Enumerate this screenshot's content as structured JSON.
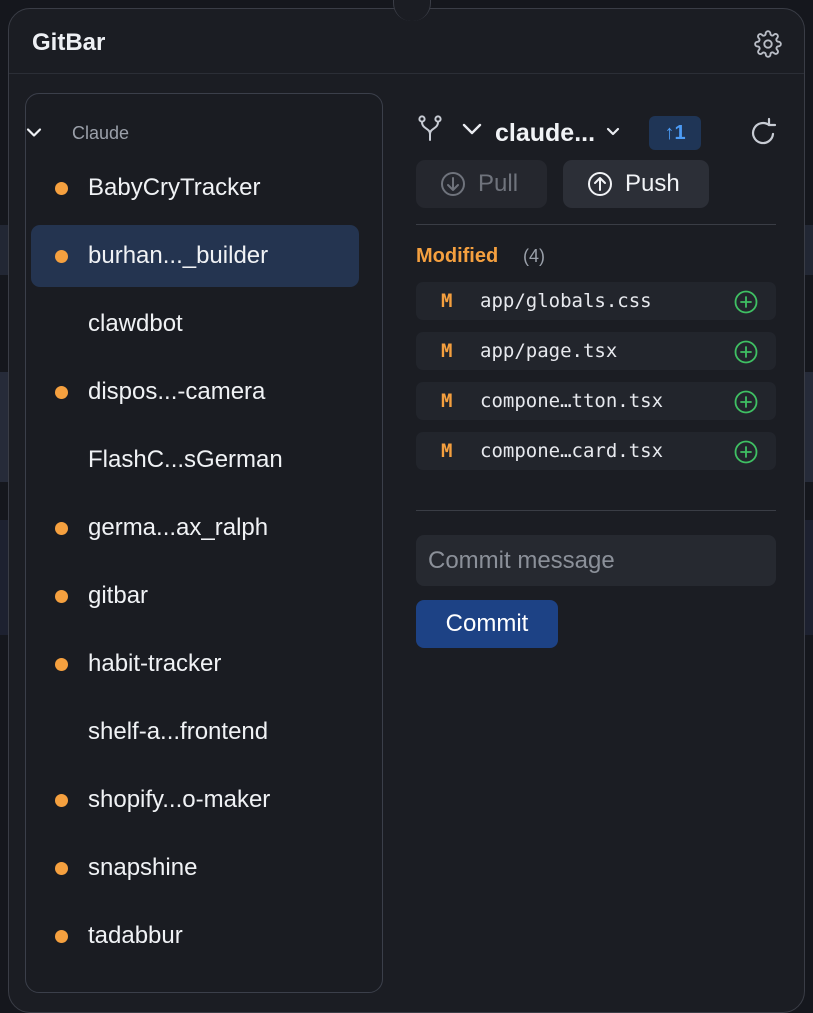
{
  "app": {
    "title": "GitBar"
  },
  "header": {
    "settings_icon": "gear-icon"
  },
  "sidebar": {
    "group": {
      "label": "Claude",
      "expanded": true
    },
    "selected_index": 1,
    "repos": [
      {
        "name": "BabyCryTracker",
        "has_changes": true
      },
      {
        "name": "burhan..._builder",
        "has_changes": true
      },
      {
        "name": "clawdbot",
        "has_changes": false
      },
      {
        "name": "dispos...-camera",
        "has_changes": true
      },
      {
        "name": "FlashC...sGerman",
        "has_changes": false
      },
      {
        "name": "germa...ax_ralph",
        "has_changes": true
      },
      {
        "name": "gitbar",
        "has_changes": true
      },
      {
        "name": "habit-tracker",
        "has_changes": true
      },
      {
        "name": "shelf-a...frontend",
        "has_changes": false
      },
      {
        "name": "shopify...o-maker",
        "has_changes": true
      },
      {
        "name": "snapshine",
        "has_changes": true
      },
      {
        "name": "tadabbur",
        "has_changes": true
      }
    ]
  },
  "branch": {
    "name": "claude...",
    "ahead": "↑1",
    "icons": {
      "branch": "branch-fork-icon",
      "refresh": "refresh-icon"
    }
  },
  "actions": {
    "pull_label": "Pull",
    "pull_enabled": false,
    "push_label": "Push"
  },
  "changes": {
    "modified_label": "Modified",
    "modified_count": "(4)",
    "files": [
      {
        "status": "M",
        "path": "app/globals.css"
      },
      {
        "status": "M",
        "path": "app/page.tsx"
      },
      {
        "status": "M",
        "path": "compone…tton.tsx"
      },
      {
        "status": "M",
        "path": "compone…card.tsx"
      }
    ]
  },
  "commit": {
    "placeholder": "Commit message",
    "value": "",
    "button_label": "Commit"
  },
  "colors": {
    "accent_orange": "#f5a03f",
    "selected_row": "#243450",
    "commit_button": "#1d4285",
    "ahead_badge_text": "#4c9bf5",
    "stage_green": "#3fbf63"
  }
}
